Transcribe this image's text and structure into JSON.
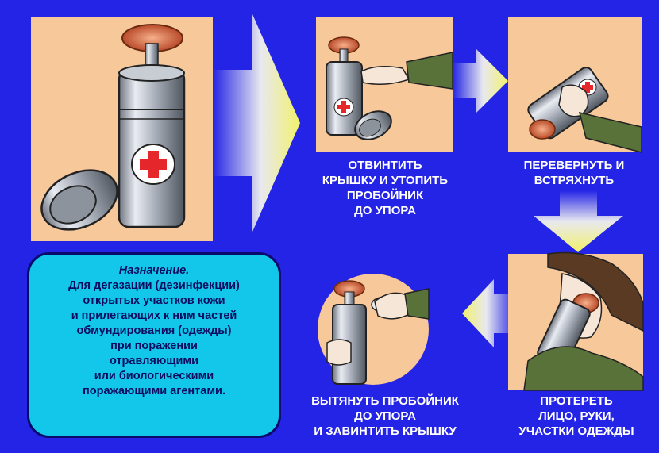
{
  "steps": [
    {
      "caption": "ОТВИНТИТЬ\nКРЫШКУ И УТОПИТЬ\nПРОБОЙНИК\nДО УПОРА"
    },
    {
      "caption": "ПЕРЕВЕРНУТЬ И\nВСТРЯХНУТЬ"
    },
    {
      "caption": "ПРОТЕРЕТЬ\nЛИЦО, РУКИ,\nУЧАСТКИ ОДЕЖДЫ"
    },
    {
      "caption": "ВЫТЯНУТЬ ПРОБОЙНИК\nДО УПОРА\nИ ЗАВИНТИТЬ КРЫШКУ"
    }
  ],
  "info": {
    "title": "Назначение.",
    "body": "Для дегазации (дезинфекции)\nоткрытых участков кожи\nи прилегающих к ним частей\nобмундирования (одежды)\nпри поражении\nотравляющими\nили биологическими\nпоражающими агентами."
  },
  "colors": {
    "background": "#2424e6",
    "panel": "#f7c89a",
    "info_box": "#12c7ea",
    "arrow": "#f2f26a",
    "cross": "#e5262a"
  }
}
